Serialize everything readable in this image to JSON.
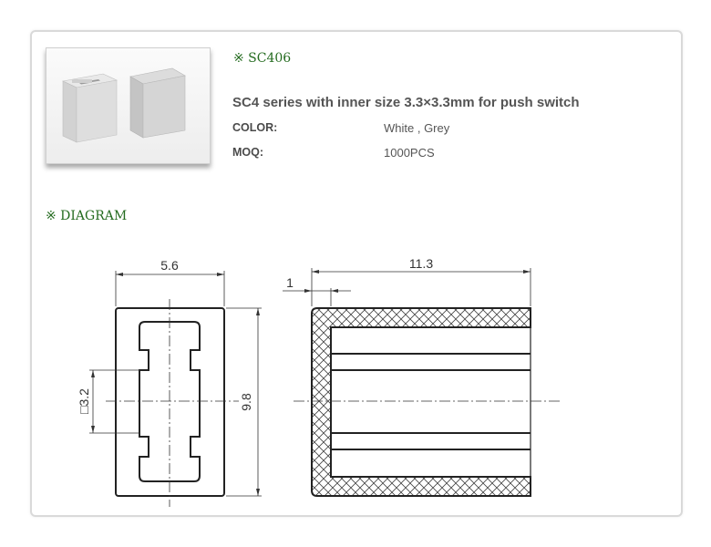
{
  "product": {
    "code": "※ SC406",
    "description": "SC4 series with inner size 3.3×3.3mm for push switch",
    "specs": [
      {
        "label": "COLOR:",
        "value": "White , Grey"
      },
      {
        "label": "MOQ:",
        "value": "1000PCS"
      }
    ]
  },
  "diagram": {
    "title": "※ DIAGRAM",
    "dims": {
      "front_width": "5.6",
      "front_height": "9.8",
      "inner_size": "□3.2",
      "side_length": "11.3",
      "wall": "1"
    }
  },
  "colors": {
    "accent": "#246b1f",
    "text": "#555555"
  }
}
